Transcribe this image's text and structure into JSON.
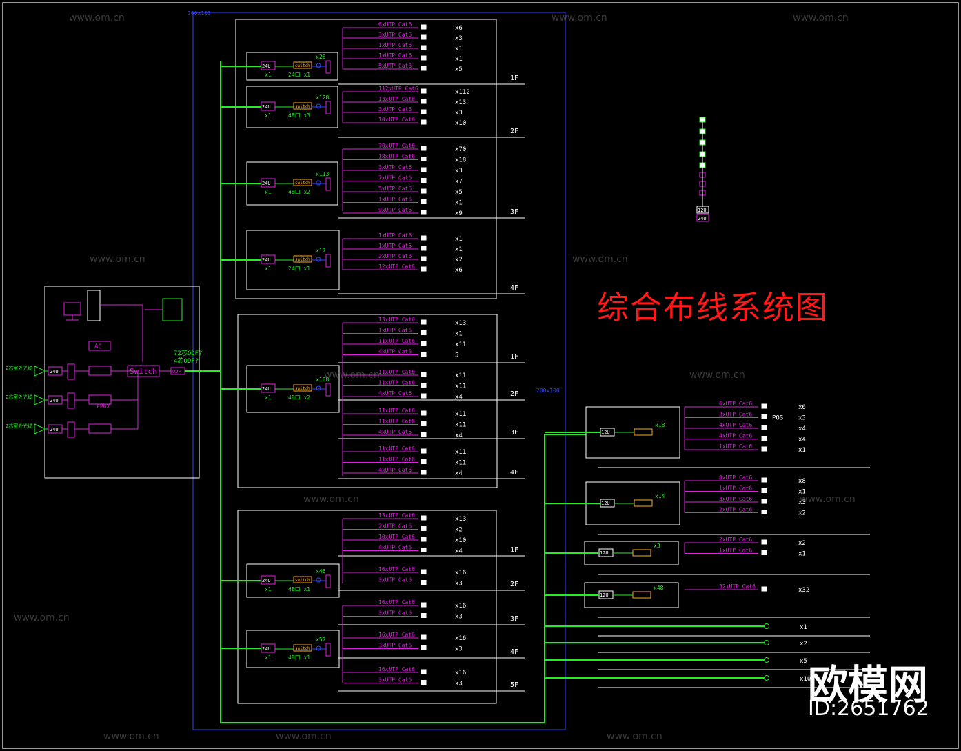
{
  "title": "综合布线系统图",
  "watermark": {
    "brand": "欧模网",
    "site": "www.om.cn",
    "id": "ID:2651762"
  },
  "colors": {
    "green": "#22ee22",
    "magenta": "#e020e0",
    "blue": "#3344ff",
    "orange": "#ffaa22",
    "white": "#ffffff",
    "frame": "#cccccc"
  },
  "tray_top": "200x100",
  "tray_right": "200x100",
  "center": {
    "odf1": "72芯ODF?",
    "odf2": "4芯ODF?",
    "ac": "AC",
    "switch": "Switch",
    "ppbx": "PPBX",
    "in_labels": [
      "2芯室外光缆",
      "2芯室外光缆",
      "2芯室外光缆"
    ],
    "odf_small": "ODF"
  },
  "groups": [
    {
      "floors": [
        {
          "name": "1F",
          "sw": "24口",
          "qty": "x1",
          "cnt": "x26",
          "rows": [
            [
              "6xUTP Cat6",
              "x6"
            ],
            [
              "3xUTP Cat6",
              "x3"
            ],
            [
              "1xUTP Cat6",
              "x1"
            ],
            [
              "1xUTP Cat6",
              "x1"
            ],
            [
              "5xUTP Cat6",
              "x5"
            ]
          ]
        },
        {
          "name": "2F",
          "sw": "48口",
          "qty": "x3",
          "cnt": "x128",
          "rows": [
            [
              "112xUTP Cat6",
              "x112"
            ],
            [
              "13xUTP Cat6",
              "x13"
            ],
            [
              "3xUTP Cat6",
              "x3"
            ],
            [
              "10xUTP Cat6",
              "x10"
            ]
          ]
        },
        {
          "name": "3F",
          "sw": "48口",
          "qty": "x2",
          "cnt": "x113",
          "rows": [
            [
              "70xUTP Cat6",
              "x70"
            ],
            [
              "18xUTP Cat6",
              "x18"
            ],
            [
              "3xUTP Cat6",
              "x3"
            ],
            [
              "7xUTP Cat6",
              "x7"
            ],
            [
              "5xUTP Cat6",
              "x5"
            ],
            [
              "1xUTP Cat6",
              "x1"
            ],
            [
              "9xUTP Cat6",
              "x9"
            ]
          ]
        },
        {
          "name": "4F",
          "sw": "24口",
          "qty": "x1",
          "cnt": "x17",
          "rows": [
            [
              "1xUTP Cat6",
              "x1"
            ],
            [
              "1xUTP Cat6",
              "x1"
            ],
            [
              "2xUTP Cat6",
              "x2"
            ],
            [
              "12xUTP Cat6",
              "x6"
            ]
          ]
        }
      ]
    },
    {
      "floors": [
        {
          "name": "1F",
          "rows": [
            [
              "13xUTP Cat6",
              "x13"
            ],
            [
              "1xUTP Cat6",
              "x1"
            ],
            [
              "11xUTP Cat6",
              "x11"
            ],
            [
              "4xUTP Cat6",
              "5"
            ]
          ]
        },
        {
          "name": "2F",
          "rows": [
            [
              "11xUTP Cat6",
              "x11"
            ],
            [
              "11xUTP Cat6",
              "x11"
            ],
            [
              "4xUTP Cat6",
              "x4"
            ]
          ]
        },
        {
          "name": "3F",
          "rows": [
            [
              "11xUTP Cat6",
              "x11"
            ],
            [
              "11xUTP Cat6",
              "x11"
            ],
            [
              "4xUTP Cat6",
              "x4"
            ]
          ]
        },
        {
          "name": "4F",
          "rows": [
            [
              "11xUTP Cat6",
              "x11"
            ],
            [
              "11xUTP Cat6",
              "x11"
            ],
            [
              "4xUTP Cat6",
              "x4"
            ]
          ]
        }
      ],
      "sw": "48口",
      "qty": "x2",
      "cnt": "x108"
    },
    {
      "floors": [
        {
          "name": "1F",
          "rows": [
            [
              "13xUTP Cat6",
              "x13"
            ],
            [
              "2xUTP Cat6",
              "x2"
            ],
            [
              "10xUTP Cat6",
              "x10"
            ],
            [
              "4xUTP Cat6",
              "x4"
            ]
          ]
        },
        {
          "name": "2F",
          "rows": [
            [
              "16xUTP Cat6",
              "x16"
            ],
            [
              "3xUTP Cat6",
              "x3"
            ]
          ]
        }
      ],
      "sw": "48口",
      "qty": "x1",
      "cnt": "x46"
    },
    {
      "floors": [
        {
          "name": "3F",
          "rows": [
            [
              "16xUTP Cat6",
              "x16"
            ],
            [
              "3xUTP Cat6",
              "x3"
            ]
          ]
        },
        {
          "name": "4F",
          "rows": [
            [
              "16xUTP Cat6",
              "x16"
            ],
            [
              "3xUTP Cat6",
              "x3"
            ]
          ]
        },
        {
          "name": "5F",
          "rows": [
            [
              "16xUTP Cat6",
              "x16"
            ],
            [
              "3xUTP Cat6",
              "x3"
            ]
          ]
        }
      ],
      "sw": "48口",
      "qty": "x1",
      "cnt": "x57"
    }
  ],
  "right_groups": [
    {
      "cnt": "x18",
      "rows": [
        [
          "6xUTP Cat6",
          "x6"
        ],
        [
          "3xUTP Cat6",
          "POS",
          "x3"
        ],
        [
          "4xUTP Cat6",
          "x4"
        ],
        [
          "4xUTP Cat6",
          "x4"
        ],
        [
          "1xUTP Cat6",
          "x1"
        ]
      ]
    },
    {
      "cnt": "x14",
      "rows": [
        [
          "8xUTP Cat6",
          "x8"
        ],
        [
          "1xUTP Cat6",
          "x1"
        ],
        [
          "3xUTP Cat6",
          "x3"
        ],
        [
          "2xUTP Cat6",
          "x2"
        ]
      ]
    },
    {
      "cnt": "x3",
      "rows": [
        [
          "2xUTP Cat6",
          "x2"
        ],
        [
          "1xUTP Cat6",
          "x1"
        ]
      ]
    },
    {
      "cnt": "x48",
      "rows": [
        [
          "32xUTP Cat6",
          "x32"
        ]
      ]
    }
  ],
  "fiber_outputs": [
    {
      "qty": "x1"
    },
    {
      "qty": "x2"
    },
    {
      "qty": "x5"
    },
    {
      "qty": "x10"
    }
  ],
  "legend": {
    "a": "12U",
    "b": "24U"
  }
}
